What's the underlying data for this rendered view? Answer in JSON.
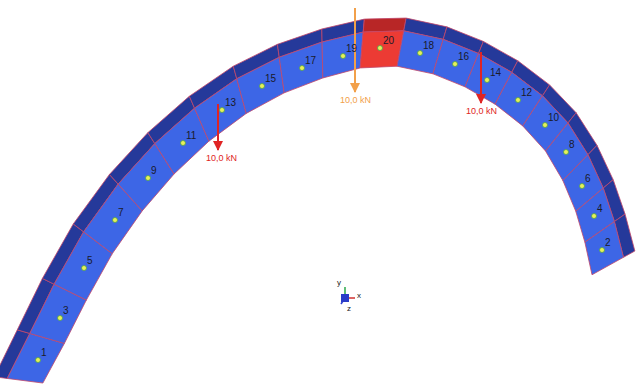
{
  "diagram": {
    "labels": [
      "1",
      "3",
      "5",
      "7",
      "9",
      "11",
      "13",
      "15",
      "17",
      "19",
      "20",
      "18",
      "16",
      "14",
      "12",
      "10",
      "8",
      "6",
      "4",
      "2",
      "10,0 kN",
      "10,0 kN",
      "10,0 kN",
      "y",
      "x",
      "z"
    ]
  }
}
